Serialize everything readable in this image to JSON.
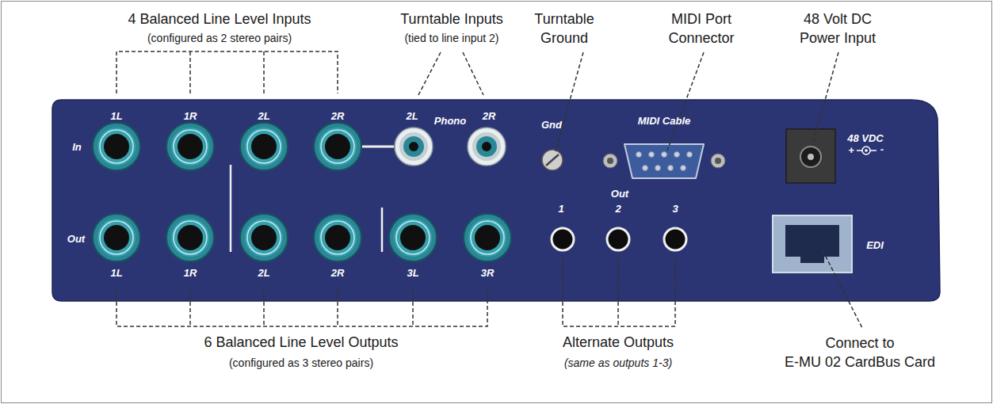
{
  "diagram": {
    "nodes": [
      {
        "text": [
          "1L",
          "1R",
          "2L",
          "2R",
          "In",
          "2L",
          "Phono",
          "2R",
          "Gnd",
          "MIDI Cable",
          "48 VDC",
          "+",
          "-",
          "Out",
          "1L",
          "1R",
          "2L",
          "2R",
          "3L",
          "3R",
          "Out",
          "1",
          "2",
          "3",
          "EDI"
        ]
      }
    ],
    "labels": [
      "4 Balanced Line Level Inputs",
      "(configured as 2 stereo pairs)",
      "Turntable Inputs",
      "(tied to line input 2)",
      "Turntable Ground",
      "MIDI Port Connector",
      "48 Volt DC Power Input",
      "6 Balanced Line Level Outputs",
      "(configured as 3 stereo pairs)",
      "Alternate Outputs",
      "(same as outputs 1-3)",
      "Connect to E-MU 02 CardBus Card"
    ]
  }
}
